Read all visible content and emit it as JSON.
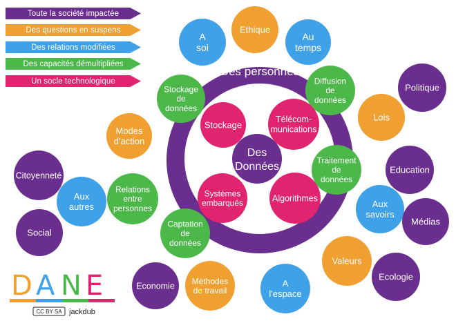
{
  "legend": [
    {
      "label": "Toute la société impactée",
      "color": "#6a2e8f"
    },
    {
      "label": "Des questions en suspens",
      "color": "#f0a030"
    },
    {
      "label": "Des relations modifiées",
      "color": "#3fa1e8"
    },
    {
      "label": "Des capacités démultipliées",
      "color": "#4cb84a"
    },
    {
      "label": "Un socle technologique",
      "color": "#e0246f"
    }
  ],
  "ring_label": "Des personnes",
  "center_label": [
    "Des",
    "Données"
  ],
  "nodes": [
    {
      "id": "a-soi",
      "lines": [
        "A",
        "soi"
      ],
      "color": "#3fa1e8"
    },
    {
      "id": "ethique",
      "lines": [
        "Ethique"
      ],
      "color": "#f0a030"
    },
    {
      "id": "au-temps",
      "lines": [
        "Au",
        "temps"
      ],
      "color": "#3fa1e8"
    },
    {
      "id": "politique",
      "lines": [
        "Politique"
      ],
      "color": "#6a2e8f"
    },
    {
      "id": "diffusion-de-donnees",
      "lines": [
        "Diffusion",
        "de",
        "données"
      ],
      "color": "#4cb84a"
    },
    {
      "id": "lois",
      "lines": [
        "Lois"
      ],
      "color": "#f0a030"
    },
    {
      "id": "stockage-de-donnees",
      "lines": [
        "Stockage",
        "de",
        "données"
      ],
      "color": "#4cb84a"
    },
    {
      "id": "stockage",
      "lines": [
        "Stockage"
      ],
      "color": "#e0246f"
    },
    {
      "id": "telecommunications",
      "lines": [
        "Télécom-",
        "munications"
      ],
      "color": "#e0246f"
    },
    {
      "id": "modes-d-action",
      "lines": [
        "Modes",
        "d'action"
      ],
      "color": "#f0a030"
    },
    {
      "id": "traitement-de-donnees",
      "lines": [
        "Traitement",
        "de",
        "données"
      ],
      "color": "#4cb84a"
    },
    {
      "id": "education",
      "lines": [
        "Education"
      ],
      "color": "#6a2e8f"
    },
    {
      "id": "citoyennete",
      "lines": [
        "Citoyenneté"
      ],
      "color": "#6a2e8f"
    },
    {
      "id": "aux-autres",
      "lines": [
        "Aux",
        "autres"
      ],
      "color": "#3fa1e8"
    },
    {
      "id": "relations-entre-personnes",
      "lines": [
        "Relations",
        "entre",
        "personnes"
      ],
      "color": "#4cb84a"
    },
    {
      "id": "systemes-embarques",
      "lines": [
        "Systèmes",
        "embarqués"
      ],
      "color": "#e0246f"
    },
    {
      "id": "algorithmes",
      "lines": [
        "Algorithmes"
      ],
      "color": "#e0246f"
    },
    {
      "id": "aux-savoirs",
      "lines": [
        "Aux",
        "savoirs"
      ],
      "color": "#3fa1e8"
    },
    {
      "id": "medias",
      "lines": [
        "Médias"
      ],
      "color": "#6a2e8f"
    },
    {
      "id": "social",
      "lines": [
        "Social"
      ],
      "color": "#6a2e8f"
    },
    {
      "id": "captation-de-donnees",
      "lines": [
        "Captation",
        "de",
        "données"
      ],
      "color": "#4cb84a"
    },
    {
      "id": "valeurs",
      "lines": [
        "Valeurs"
      ],
      "color": "#f0a030"
    },
    {
      "id": "ecologie",
      "lines": [
        "Ecologie"
      ],
      "color": "#6a2e8f"
    },
    {
      "id": "economie",
      "lines": [
        "Economie"
      ],
      "color": "#6a2e8f"
    },
    {
      "id": "methodes-de-travail",
      "lines": [
        "Méthodes",
        "de travail"
      ],
      "color": "#f0a030"
    },
    {
      "id": "a-l-espace",
      "lines": [
        "A",
        "l'espace"
      ],
      "color": "#3fa1e8"
    }
  ],
  "logo": {
    "letters": [
      {
        "char": "D",
        "color": "#f0a030"
      },
      {
        "char": "A",
        "color": "#3fa1e8"
      },
      {
        "char": "N",
        "color": "#4cb84a"
      },
      {
        "char": "E",
        "color": "#e0246f"
      }
    ],
    "stripe_colors": [
      "#f0a030",
      "#3fa1e8",
      "#4cb84a",
      "#e0246f"
    ],
    "license": "CC BY SA",
    "credit": "jackdub"
  }
}
